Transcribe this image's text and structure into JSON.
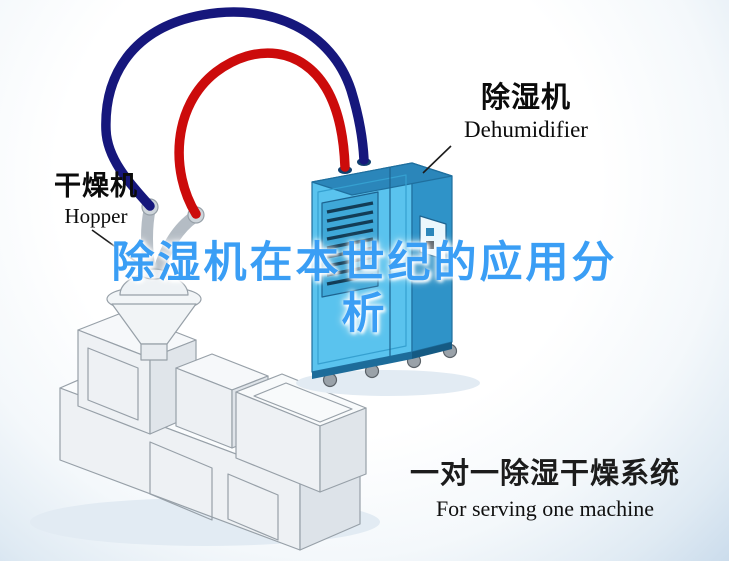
{
  "labels": {
    "hopper": {
      "cn": "干燥机",
      "en": "Hopper"
    },
    "dehumidifier": {
      "cn": "除湿机",
      "en": "Dehumidifier"
    }
  },
  "title": {
    "full": "除湿机在本世纪的应用分析",
    "line1": "除湿机在本世纪的应用分",
    "line2": "析"
  },
  "caption": {
    "cn": "一对一除湿干燥系统",
    "en": "For serving one machine"
  },
  "colors": {
    "title_blue": "#3a9ef5",
    "pipe_red": "#cc0b0b",
    "pipe_navy": "#16177c",
    "machine_body_blue": "#5ac3ee",
    "machine_side_blue": "#2f93c8",
    "machine_top_blue": "#2b86ba",
    "vent_panel_blue": "#3fa8d8",
    "label_text": "#0b0b0b"
  },
  "scene": {
    "components": [
      "extruder-machine",
      "hopper-dryer",
      "dehumidifier-unit",
      "red-hose",
      "navy-hose"
    ]
  }
}
